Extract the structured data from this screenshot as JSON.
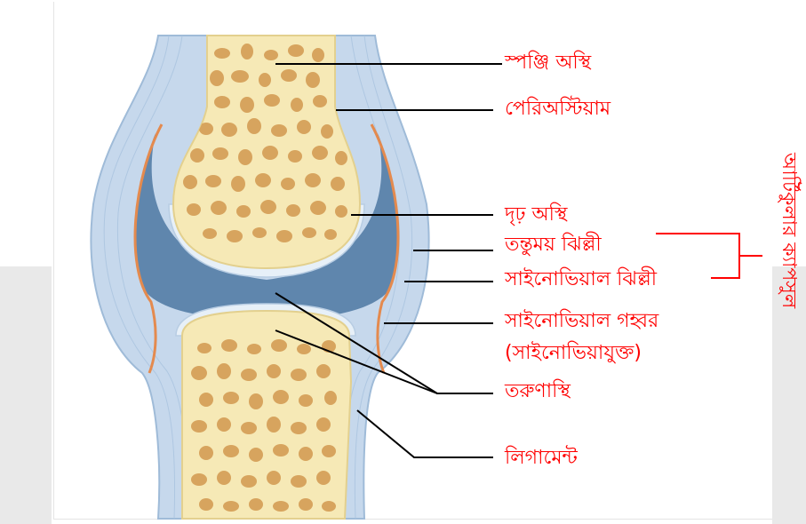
{
  "colors": {
    "label": "#ff0000",
    "leader": "#000000",
    "bone": "#f6e9b6",
    "pore": "#d7a45e",
    "periosteum": "#bfd3ea",
    "synovial_cavity": "#5f86ad",
    "cartilage": "#e7f0f8",
    "membrane_outline": "#e48a4e"
  },
  "labels": {
    "spongy_bone": "স্পঞ্জি অস্থি",
    "periosteum": "পেরিঅস্টিয়াম",
    "compact_bone": "দৃঢ় অস্থি",
    "fibrous_membrane": "তন্তুময় ঝিল্লী",
    "synovial_membrane": "সাইনোভিয়াল ঝিল্লী",
    "synovial_cavity": "সাইনোভিয়াল গহ্বর",
    "synovial_fluid": "(সাইনোভিয়াযুক্ত)",
    "cartilage": "তরুণাস্থি",
    "ligament": "লিগামেন্ট",
    "articular_capsule": "আর্টিকুলার ক্যাপসুল"
  }
}
